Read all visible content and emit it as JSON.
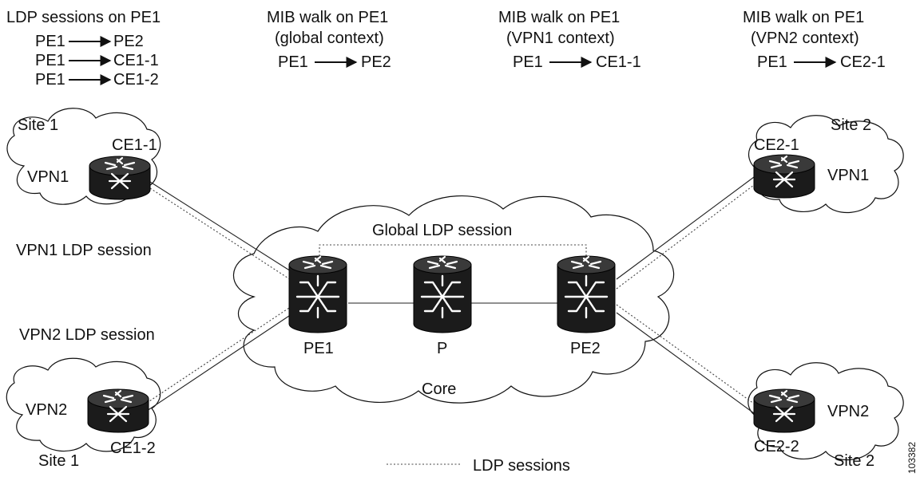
{
  "headers": {
    "ldp_sessions": {
      "title": "LDP sessions on PE1",
      "rows": [
        {
          "from": "PE1",
          "to": "PE2"
        },
        {
          "from": "PE1",
          "to": "CE1-1"
        },
        {
          "from": "PE1",
          "to": "CE1-2"
        }
      ]
    },
    "mib_global": {
      "line1": "MIB walk on PE1",
      "line2": "(global context)",
      "from": "PE1",
      "to": "PE2"
    },
    "mib_vpn1": {
      "line1": "MIB walk on PE1",
      "line2": "(VPN1 context)",
      "from": "PE1",
      "to": "CE1-1"
    },
    "mib_vpn2": {
      "line1": "MIB walk on PE1",
      "line2": "(VPN2 context)",
      "from": "PE1",
      "to": "CE2-1"
    }
  },
  "sites": {
    "site1_top": {
      "site": "Site 1",
      "vpn": "VPN1",
      "router": "CE1-1"
    },
    "site1_bottom": {
      "site": "Site 1",
      "vpn": "VPN2",
      "router": "CE1-2"
    },
    "site2_top": {
      "site": "Site 2",
      "vpn": "VPN1",
      "router": "CE2-1"
    },
    "site2_bottom": {
      "site": "Site 2",
      "vpn": "VPN2",
      "router": "CE2-2"
    }
  },
  "core": {
    "label": "Core",
    "global_session": "Global LDP session",
    "nodes": {
      "pe1": "PE1",
      "p": "P",
      "pe2": "PE2"
    }
  },
  "session_labels": {
    "vpn1": "VPN1 LDP session",
    "vpn2": "VPN2 LDP session"
  },
  "legend": {
    "label": "LDP sessions"
  },
  "figure_id": "103382"
}
